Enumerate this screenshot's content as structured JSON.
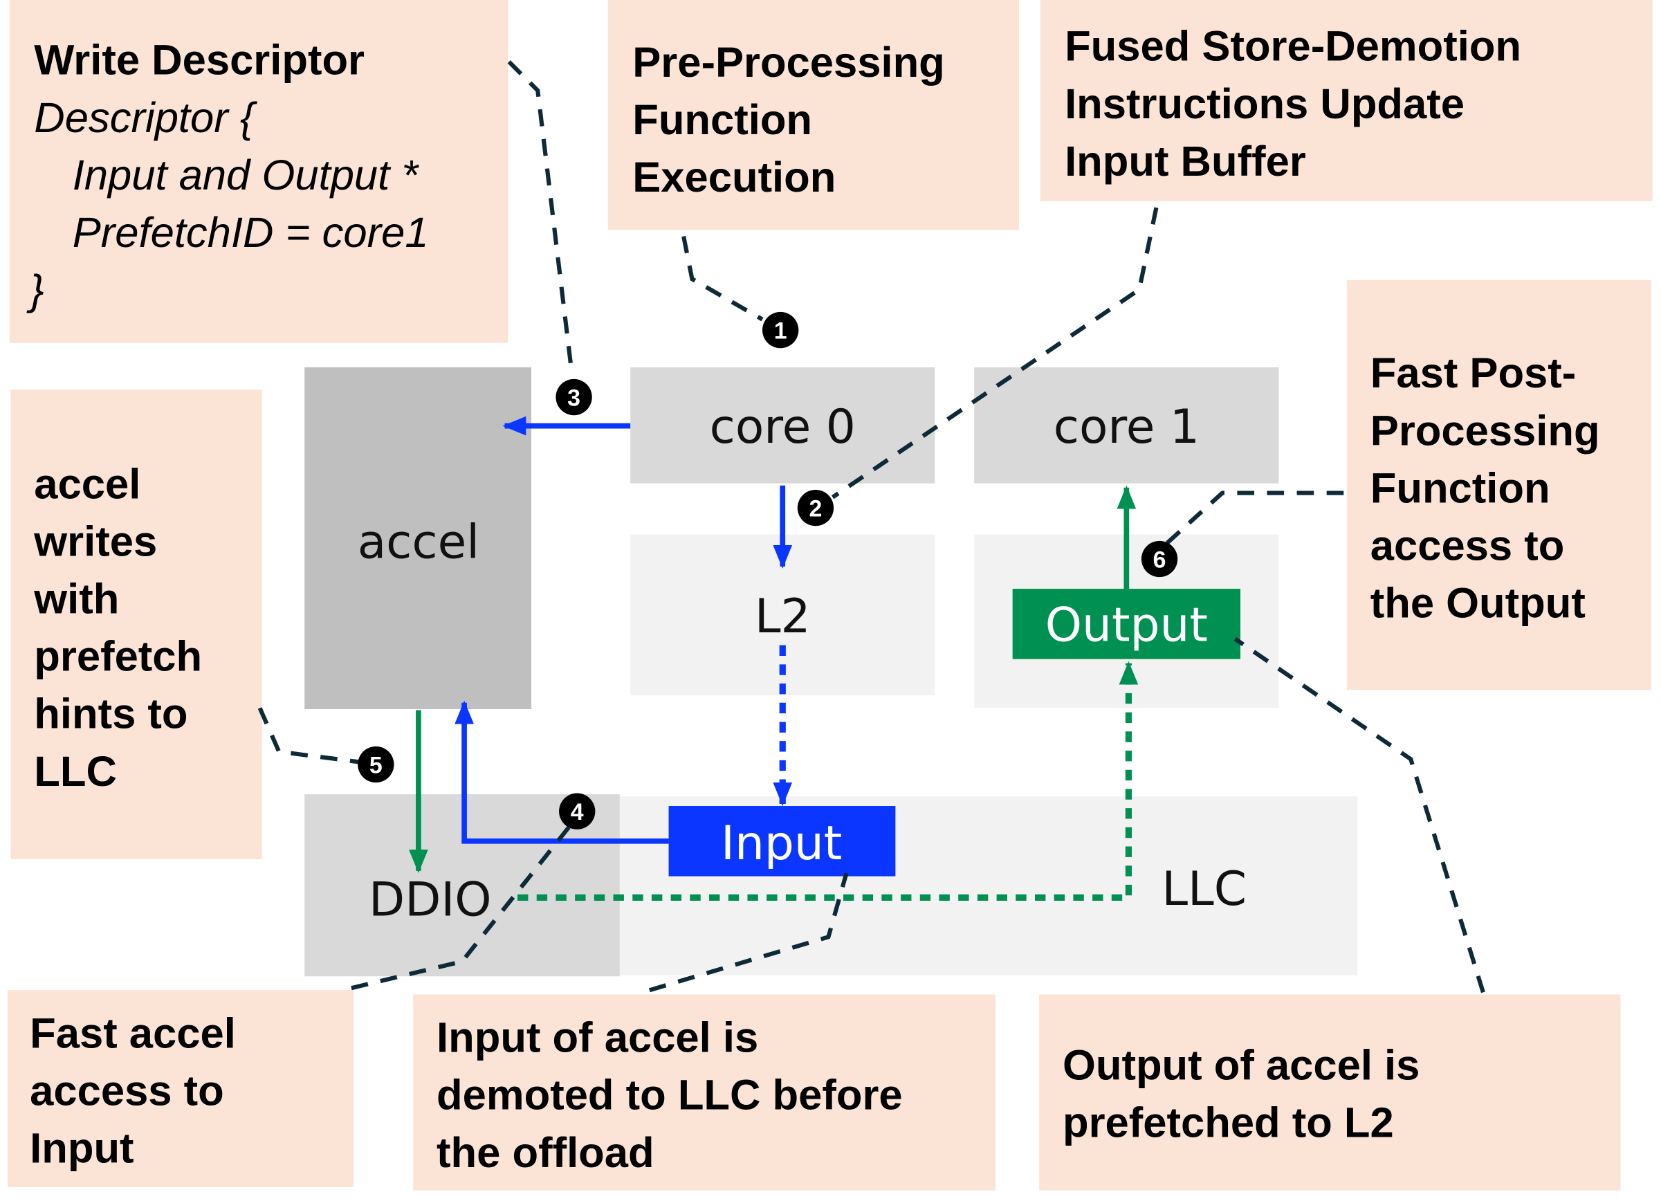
{
  "notes": {
    "write_descriptor": {
      "title": "Write Descriptor",
      "lines": [
        "Descriptor {",
        "Input and Output *",
        "PrefetchID = core1",
        "}"
      ]
    },
    "pre_processing": {
      "lines": [
        "Pre-Processing",
        "Function",
        "Execution"
      ]
    },
    "fused_store": {
      "lines": [
        "Fused Store-Demotion",
        "Instructions Update",
        "Input Buffer"
      ]
    },
    "accel_writes": {
      "lines": [
        "accel",
        "writes",
        "with",
        "prefetch",
        "hints to",
        "LLC"
      ]
    },
    "fast_post": {
      "lines": [
        "Fast Post-",
        "Processing",
        "Function",
        "access to",
        "the Output"
      ]
    },
    "fast_accel": {
      "lines": [
        "Fast accel",
        "access to",
        "Input"
      ]
    },
    "input_demoted": {
      "lines": [
        "Input of accel is",
        "demoted to LLC before",
        "the offload"
      ]
    },
    "output_prefetched": {
      "lines": [
        "Output of accel is",
        "prefetched to L2"
      ]
    }
  },
  "blocks": {
    "accel": "accel",
    "core0": "core 0",
    "core1": "core 1",
    "l2": "L2",
    "ddio": "DDIO",
    "llc": "LLC",
    "input": "Input",
    "output": "Output"
  },
  "steps": [
    "1",
    "2",
    "3",
    "4",
    "5",
    "6"
  ],
  "colors": {
    "note": "#FBE3D6",
    "accel": "#BFBFBF",
    "core": "#D9D9D9",
    "cache": "#F2F2F2",
    "ddio": "#D9D9D9",
    "blue": "#0A36FF",
    "green": "#009051",
    "leader": "#0E2A38"
  }
}
